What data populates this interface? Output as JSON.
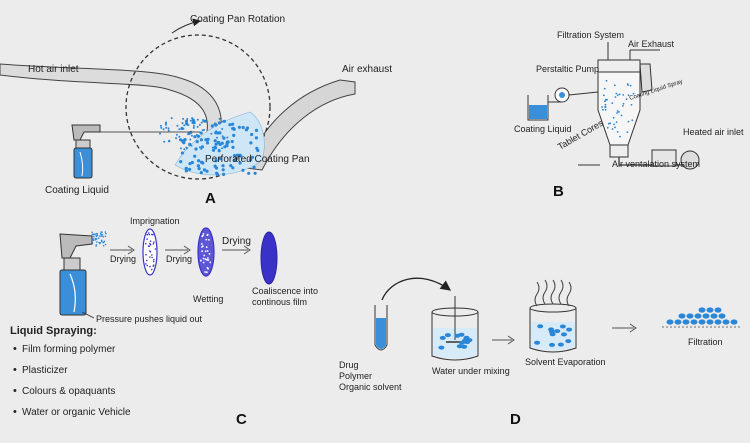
{
  "panels": {
    "A": {
      "letter": "A",
      "labels": {
        "rotation": "Coating Pan Rotation",
        "hot_air": "Hot air inlet",
        "air_exhaust": "Air exhaust",
        "perforated_pan": "Perforated Coating Pan",
        "coating_liquid": "Coating Liquid"
      }
    },
    "B": {
      "letter": "B",
      "labels": {
        "filtration": "Filtration System",
        "air_exhaust": "Air Exhaust",
        "pump": "Perstaltic Pump",
        "spray": "Coating Liquid Spray",
        "coating_liquid": "Coating Liquid",
        "tablet_cores": "Tablet Cores",
        "heated_air": "Heated air inlet",
        "ventilation": "Air ventalation system"
      }
    },
    "C": {
      "letter": "C",
      "labels": {
        "imprignation": "Imprignation",
        "drying1": "Drying",
        "drying2": "Drying",
        "drying3": "Drying",
        "wetting": "Wetting",
        "coalescence_line1": "Coaliscence into",
        "coalescence_line2": "continous film",
        "pressure": "Pressure pushes liquid out"
      },
      "list_title": "Liquid Spraying:",
      "list_items": [
        "Film forming polymer",
        "Plasticizer",
        "Colours & opaquants",
        "Water or organic Vehicle"
      ]
    },
    "D": {
      "letter": "D",
      "labels": {
        "drug": "Drug",
        "polymer": "Polymer",
        "solvent": "Organic solvent",
        "water_mixing": "Water under mixing",
        "evaporation": "Solvent Evaporation",
        "filtration": "Filtration"
      }
    }
  },
  "colors": {
    "liquid_blue": "#3a8fd8",
    "particle_blue": "#2a86d6",
    "film_purple": "#3a32c8",
    "outline": "#333333"
  }
}
